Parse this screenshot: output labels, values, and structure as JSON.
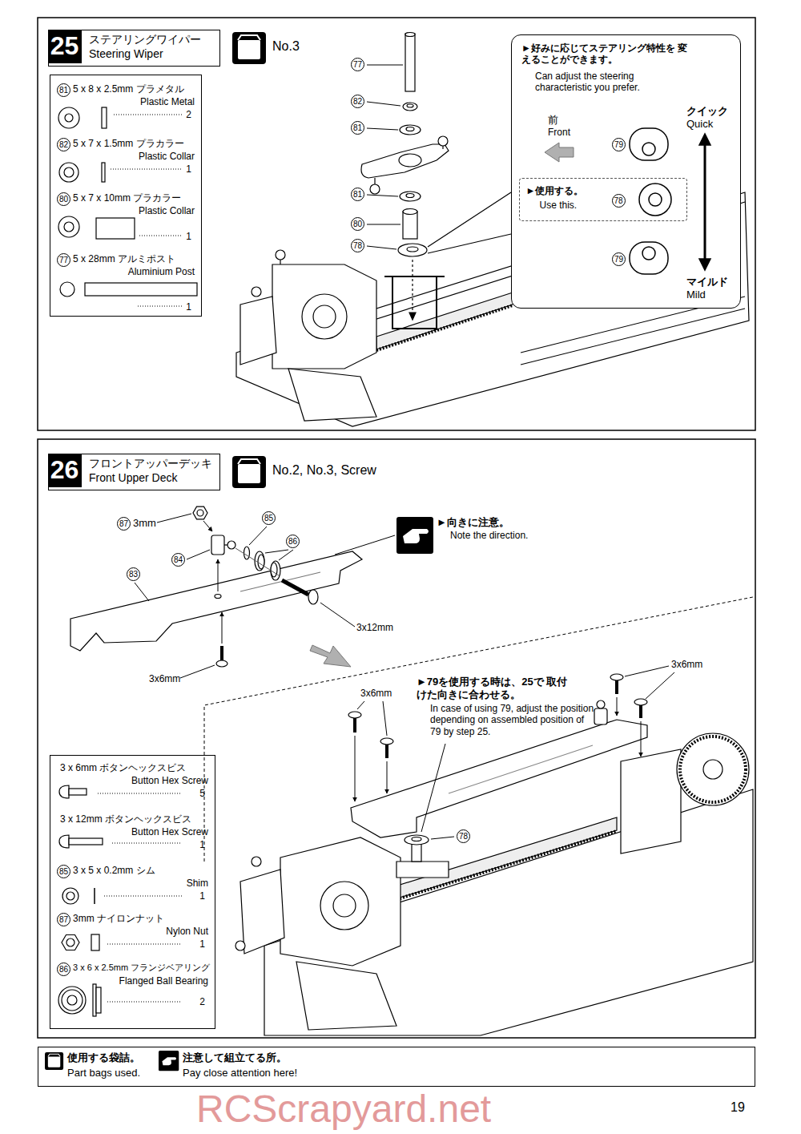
{
  "diagram": {
    "nodes": [
      {
        "text": [
          "ステアリングワイパー",
          "Steering Wiper"
        ]
      },
      {
        "text": [
          "25"
        ],
        "in": 0
      },
      {
        "text": [
          "81",
          "5 x 8 x 2.5mm プラメタル",
          "Plastic Metal",
          "2",
          "82",
          "5 x 7 x 1.5mm プラカラー",
          "Plastic Collar",
          "1",
          "80",
          "5 x 7 x 10mm プラカラー",
          "Plastic Collar",
          "1",
          "77",
          "5 x 28mm アルミポスト",
          "Aluminium Post",
          "1"
        ]
      },
      {
        "text": [
          "►好みに応じてステアリング特性を 変えることができます。",
          "Can adjust the steering characteristic you prefer.",
          "前",
          "Front",
          "クイック",
          "Quick",
          "79",
          "79",
          "マイルド",
          "Mild"
        ]
      },
      {
        "text": [
          "►使用する。",
          "Use this.",
          "78"
        ],
        "in": 3
      },
      {
        "text": [
          "フロントアッパーデッキ",
          "Front Upper Deck"
        ]
      },
      {
        "text": [
          "26"
        ],
        "in": 5
      },
      {
        "text": [
          "3 x 6mm ボタンヘックスビス",
          "Button Hex Screw",
          "5",
          "3 x 12mm ボタンヘックスビス",
          "Button Hex Screw",
          "1",
          "85",
          "3 x 5 x 0.2mm シム",
          "Shim",
          "1",
          "87",
          "3mm ナイロンナット",
          "Nylon Nut",
          "1",
          "86",
          "3 x 6 x 2.5mm フランジベアリング",
          "Flanged Ball Bearing",
          "2"
        ]
      },
      {
        "text": [
          "使用する袋詰。",
          "Part bags used.",
          "注意して組立てる所。",
          "Pay close attention here!"
        ]
      }
    ],
    "labels": [
      "No.3",
      "77",
      "82",
      "81",
      "81",
      "80",
      "78",
      "No.2, No.3, Screw",
      "87",
      "3mm",
      "84",
      "85",
      "86",
      "83",
      "3x12mm",
      "3x6mm",
      "►向きに注意。",
      "Note the direction.",
      "3x6mm",
      "3x6mm",
      "►79を使用する時は、25で 取付けた向きに合わせる。",
      "In case of using 79, adjust the position depending on assembled position of 79 by step 25.",
      "78",
      "19",
      "RCScrapyard.net"
    ]
  }
}
